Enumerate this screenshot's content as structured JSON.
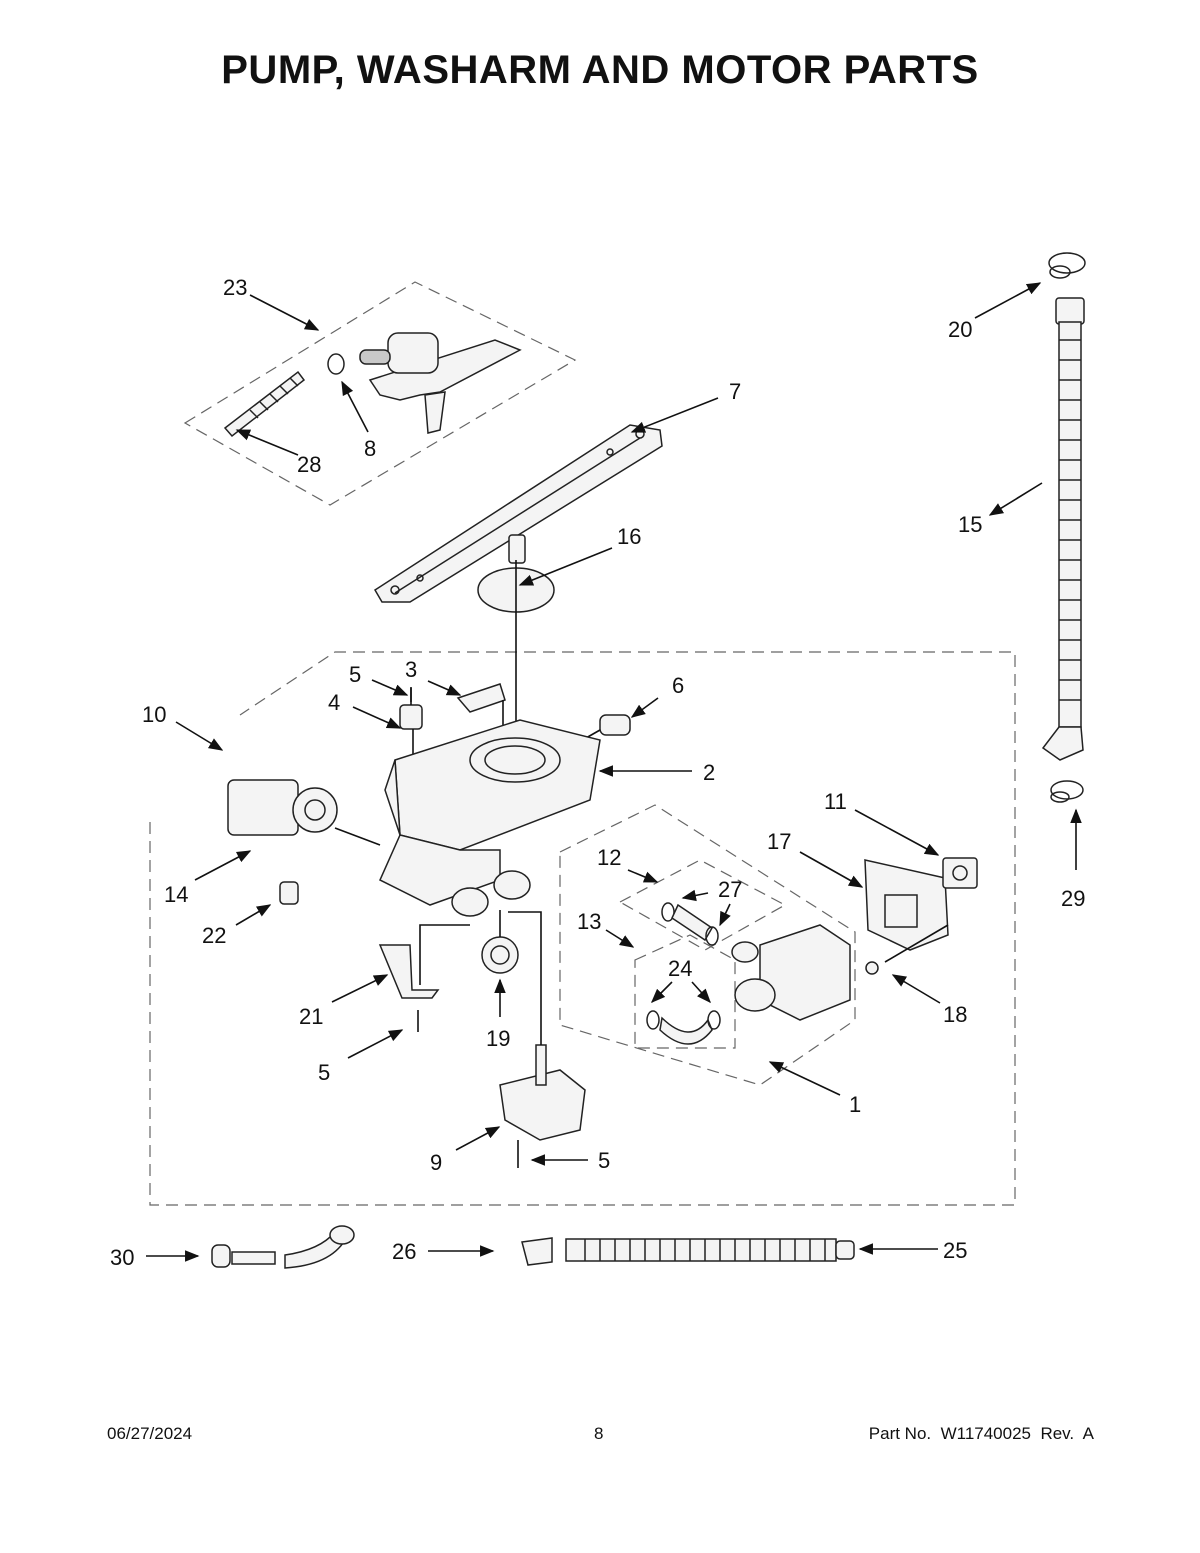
{
  "title": "PUMP, WASHARM AND MOTOR PARTS",
  "footer": {
    "date": "06/27/2024",
    "page": "8",
    "part_no": "Part No.  W11740025  Rev.  A"
  },
  "callouts": {
    "c1": "1",
    "c2": "2",
    "c3": "3",
    "c4": "4",
    "c5a": "5",
    "c5b": "5",
    "c5c": "5",
    "c6": "6",
    "c7": "7",
    "c8": "8",
    "c9": "9",
    "c10": "10",
    "c11": "11",
    "c12": "12",
    "c13": "13",
    "c14": "14",
    "c15": "15",
    "c16": "16",
    "c17": "17",
    "c18": "18",
    "c19": "19",
    "c20": "20",
    "c21": "21",
    "c22": "22",
    "c23": "23",
    "c24": "24",
    "c25": "25",
    "c26": "26",
    "c27": "27",
    "c28": "28",
    "c29": "29",
    "c30": "30"
  }
}
